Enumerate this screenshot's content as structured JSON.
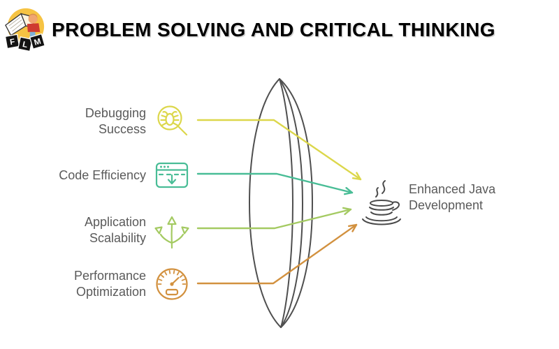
{
  "logo": {
    "letters": [
      "F",
      "L",
      "M"
    ]
  },
  "title": "PROBLEM SOLVING AND CRITICAL THINKING",
  "items": [
    {
      "label": "Debugging\nSuccess",
      "icon": "bug-magnifier-icon",
      "color": "#dcd74b"
    },
    {
      "label": "Code Efficiency",
      "icon": "code-window-icon",
      "color": "#49bd96"
    },
    {
      "label": "Application\nScalability",
      "icon": "branch-arrows-icon",
      "color": "#a4ca62"
    },
    {
      "label": "Performance\nOptimization",
      "icon": "gauge-icon",
      "color": "#d2913f"
    }
  ],
  "result": {
    "label": "Enhanced Java\nDevelopment",
    "icon": "java-cup-icon"
  },
  "lens": {
    "color": "#4f4f4f"
  },
  "java_icon_color": "#4a4a4a",
  "text_color": "#5a5a5a"
}
